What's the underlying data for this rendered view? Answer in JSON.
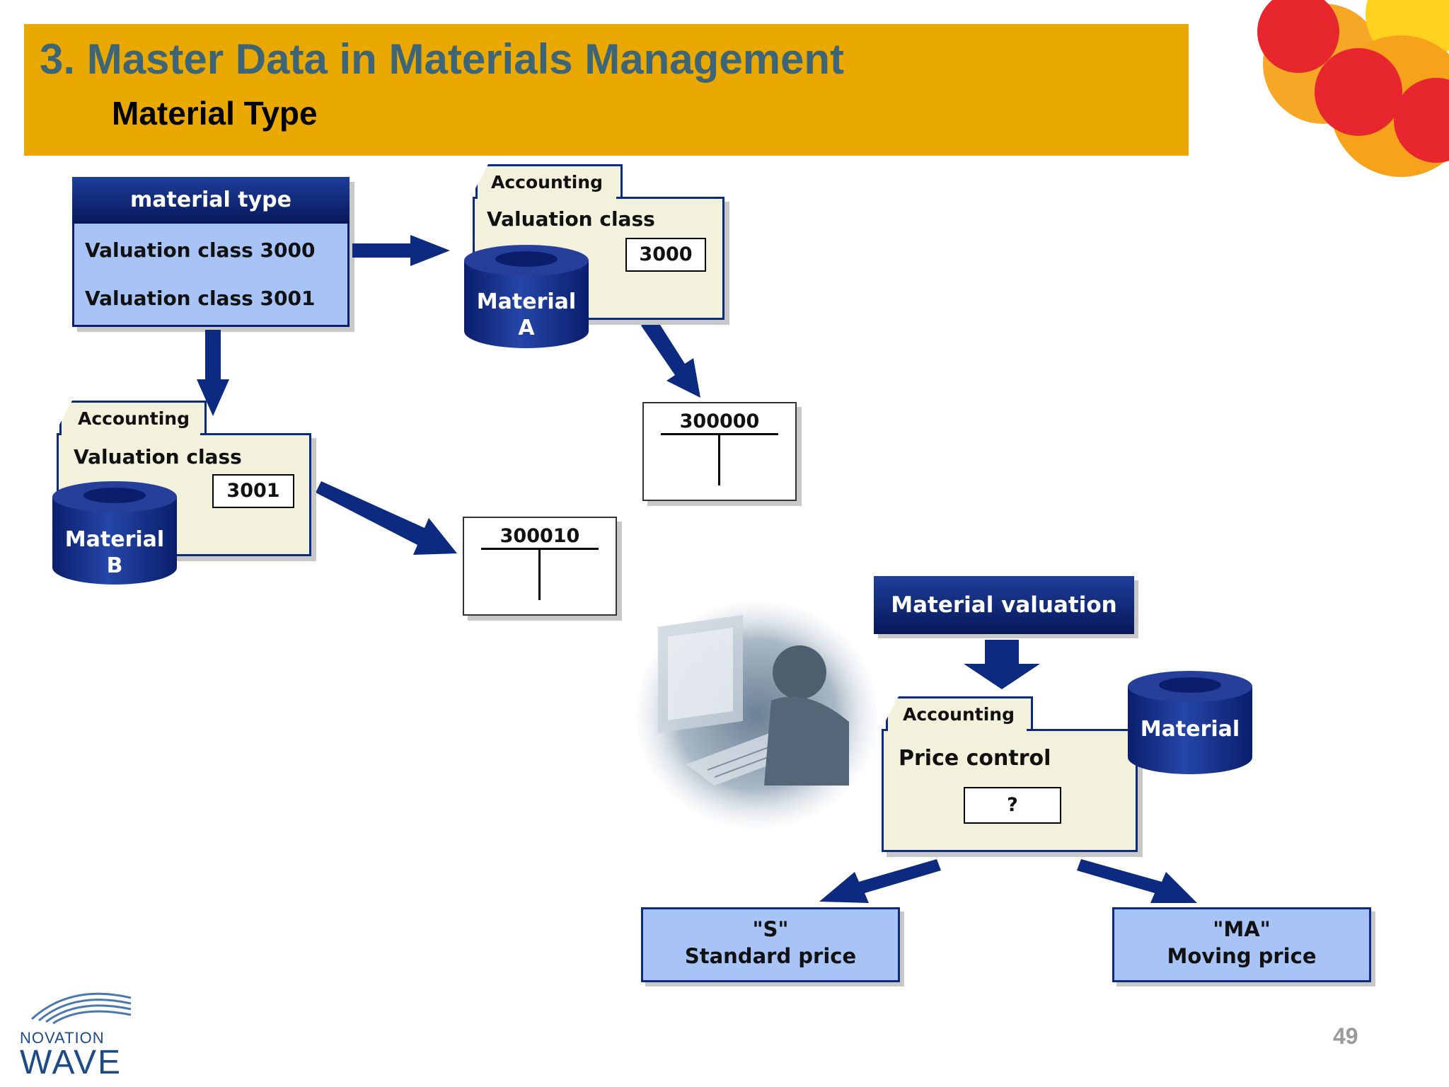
{
  "header": {
    "title": "3. Master Data in Materials Management",
    "subtitle": "Material Type"
  },
  "material_type": {
    "heading": "material type",
    "items": [
      "Valuation class 3000",
      "Valuation class 3001"
    ]
  },
  "accounting_a": {
    "tab": "Accounting",
    "label": "Valuation class",
    "value": "3000",
    "material": [
      "Material",
      "A"
    ]
  },
  "accounting_b": {
    "tab": "Accounting",
    "label": "Valuation class",
    "value": "3001",
    "material": [
      "Material",
      "B"
    ]
  },
  "accounts": {
    "a": "300000",
    "b": "300010"
  },
  "valuation": {
    "heading": "Material valuation",
    "tab": "Accounting",
    "label": "Price control",
    "value": "?",
    "material": "Material"
  },
  "prices": {
    "standard_code": "\"S\"",
    "standard_label": "Standard price",
    "moving_code": "\"MA\"",
    "moving_label": "Moving price"
  },
  "footer": {
    "page_number": "49",
    "logo_line1": "NOVATION",
    "logo_line2": "WAVE"
  },
  "colors": {
    "banner": "#EAA900",
    "title": "#3E6478",
    "navy": "#0B1F6E",
    "light_blue": "#A8C4F6",
    "cream": "#F2F1DC"
  }
}
